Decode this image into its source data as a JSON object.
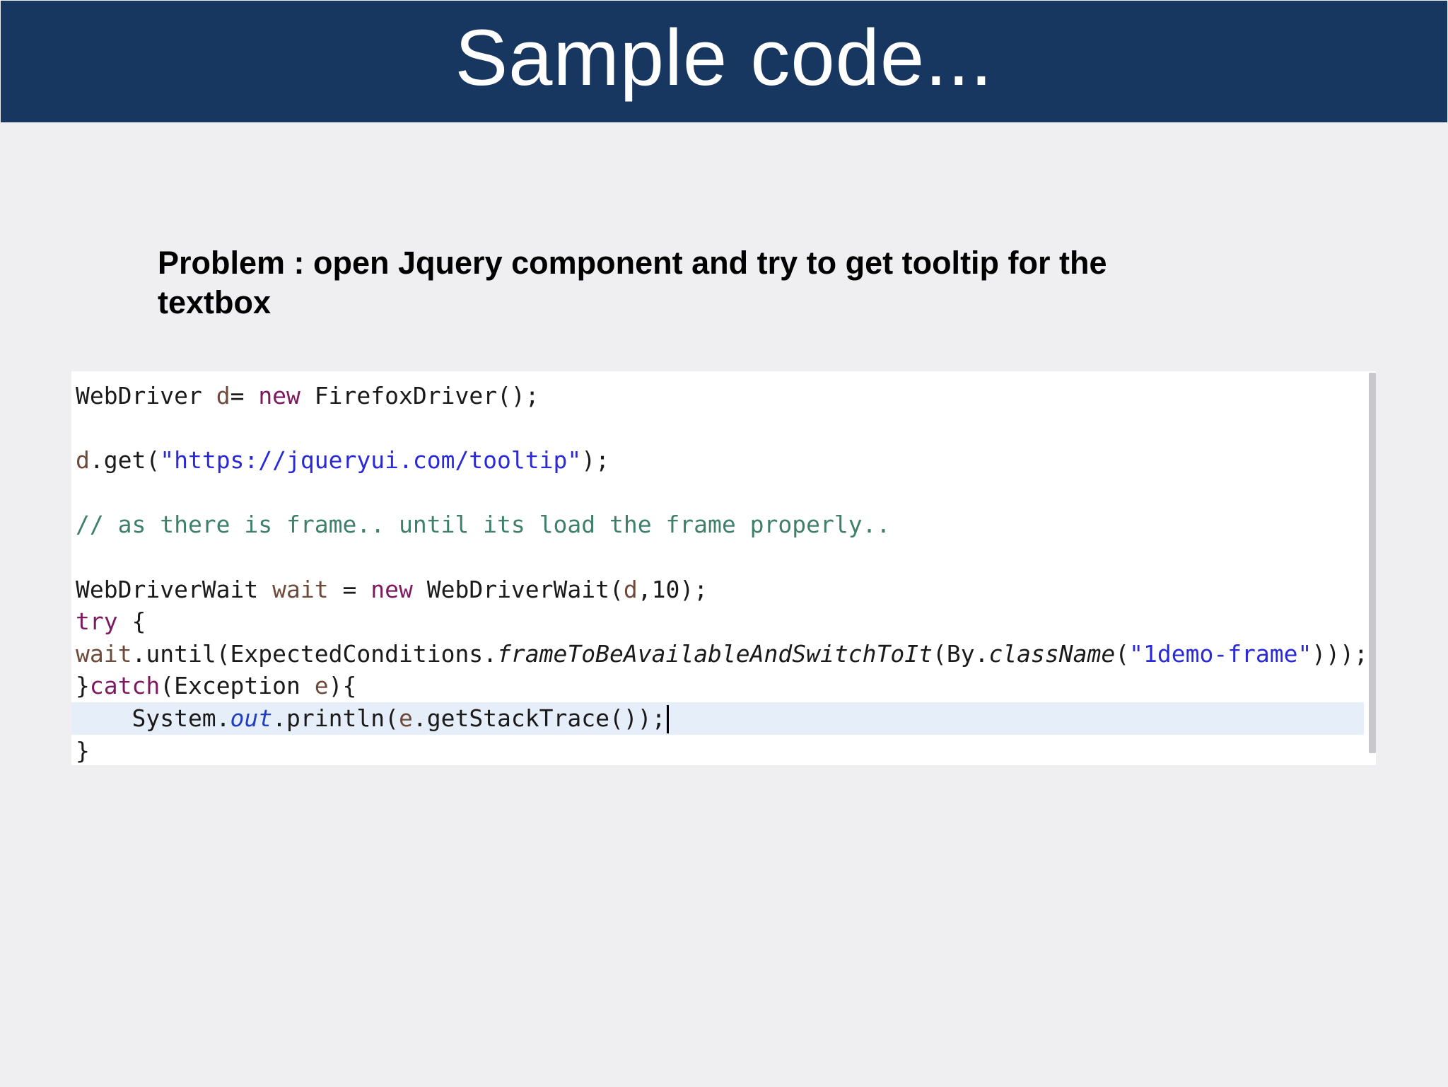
{
  "slide": {
    "title": "Sample code...",
    "problem_line1": "Problem : open Jquery component and try to get tooltip for the",
    "problem_line2": "textbox"
  },
  "code": {
    "lines": [
      [
        {
          "t": "WebDriver ",
          "c": "plain"
        },
        {
          "t": "d",
          "c": "var"
        },
        {
          "t": "= ",
          "c": "plain"
        },
        {
          "t": "new",
          "c": "kw"
        },
        {
          "t": " FirefoxDriver();",
          "c": "plain"
        }
      ],
      [],
      [
        {
          "t": "d",
          "c": "var"
        },
        {
          "t": ".get(",
          "c": "plain"
        },
        {
          "t": "\"https://jqueryui.com/tooltip\"",
          "c": "str"
        },
        {
          "t": ");",
          "c": "plain"
        }
      ],
      [],
      [
        {
          "t": "// as there is frame.. until its load the frame properly..",
          "c": "com"
        }
      ],
      [],
      [
        {
          "t": "WebDriverWait ",
          "c": "plain"
        },
        {
          "t": "wait",
          "c": "var"
        },
        {
          "t": " = ",
          "c": "plain"
        },
        {
          "t": "new",
          "c": "kw"
        },
        {
          "t": " WebDriverWait(",
          "c": "plain"
        },
        {
          "t": "d",
          "c": "var"
        },
        {
          "t": ",10);",
          "c": "plain"
        }
      ],
      [
        {
          "t": "try",
          "c": "kw"
        },
        {
          "t": " {",
          "c": "plain"
        }
      ],
      [
        {
          "t": "wait",
          "c": "var"
        },
        {
          "t": ".until(ExpectedConditions.",
          "c": "plain"
        },
        {
          "t": "frameToBeAvailableAndSwitchToIt",
          "c": "it"
        },
        {
          "t": "(By.",
          "c": "plain"
        },
        {
          "t": "className",
          "c": "it"
        },
        {
          "t": "(",
          "c": "plain"
        },
        {
          "t": "\"1demo-frame\"",
          "c": "str"
        },
        {
          "t": ")));",
          "c": "plain"
        }
      ],
      [
        {
          "t": "}",
          "c": "plain"
        },
        {
          "t": "catch",
          "c": "kw"
        },
        {
          "t": "(Exception ",
          "c": "plain"
        },
        {
          "t": "e",
          "c": "var"
        },
        {
          "t": "){",
          "c": "plain"
        }
      ],
      [
        {
          "t": "    System.",
          "c": "plain"
        },
        {
          "t": "out",
          "c": "static"
        },
        {
          "t": ".println(",
          "c": "plain"
        },
        {
          "t": "e",
          "c": "var"
        },
        {
          "t": ".getStackTrace());",
          "c": "plain"
        }
      ],
      [
        {
          "t": "}",
          "c": "plain"
        }
      ]
    ],
    "highlighted_line": 10,
    "caret_line": 10
  }
}
